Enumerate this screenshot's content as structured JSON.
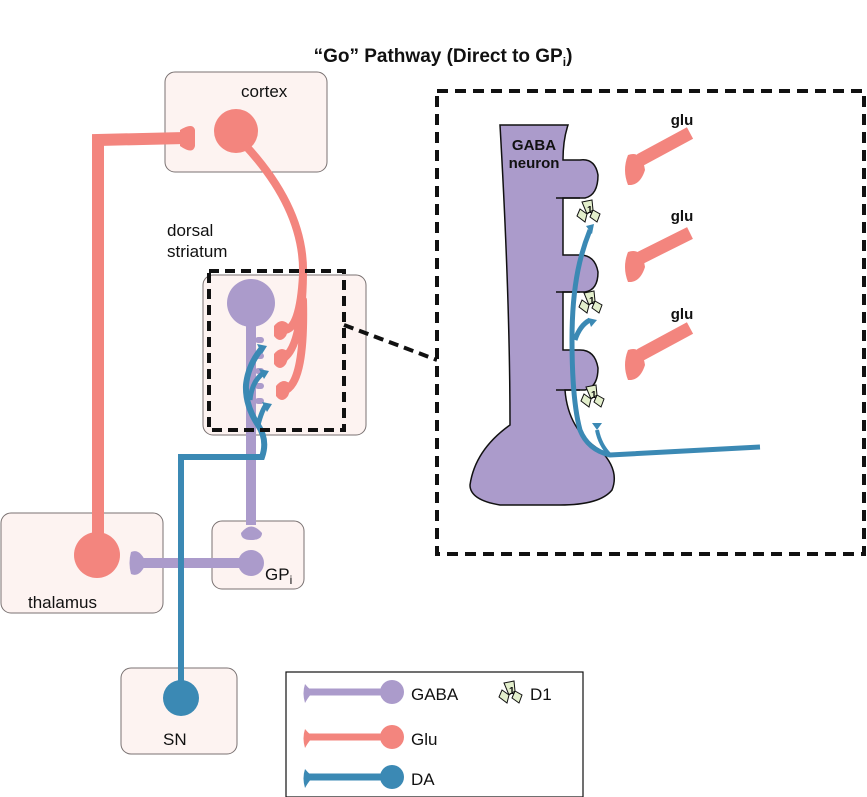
{
  "title": {
    "main": "“Go” Pathway (Direct to GP",
    "subscript": "i",
    "close": ")"
  },
  "colors": {
    "gaba": "#ab9bcb",
    "glu": "#f3857e",
    "da": "#3b89b4",
    "d1_fill": "#e3efcc",
    "region_fill": "#fdf3f1",
    "region_stroke": "#7a7272",
    "dash": "#111111"
  },
  "regions": {
    "cortex": "cortex",
    "dorsal_striatum_line1": "dorsal",
    "dorsal_striatum_line2": "striatum",
    "thalamus": "thalamus",
    "gpi_main": "GP",
    "gpi_sub": "i",
    "sn": "SN"
  },
  "inset": {
    "neuron_line1": "GABA",
    "neuron_line2": "neuron",
    "glu_labels": [
      "glu",
      "glu",
      "glu"
    ],
    "d1_marker": "1"
  },
  "legend": {
    "items": [
      {
        "label": "GABA",
        "pathway": "gaba"
      },
      {
        "label": "Glu",
        "pathway": "glu"
      },
      {
        "label": "DA",
        "pathway": "da"
      }
    ],
    "receptor": {
      "label": "D1",
      "marker": "1"
    }
  }
}
